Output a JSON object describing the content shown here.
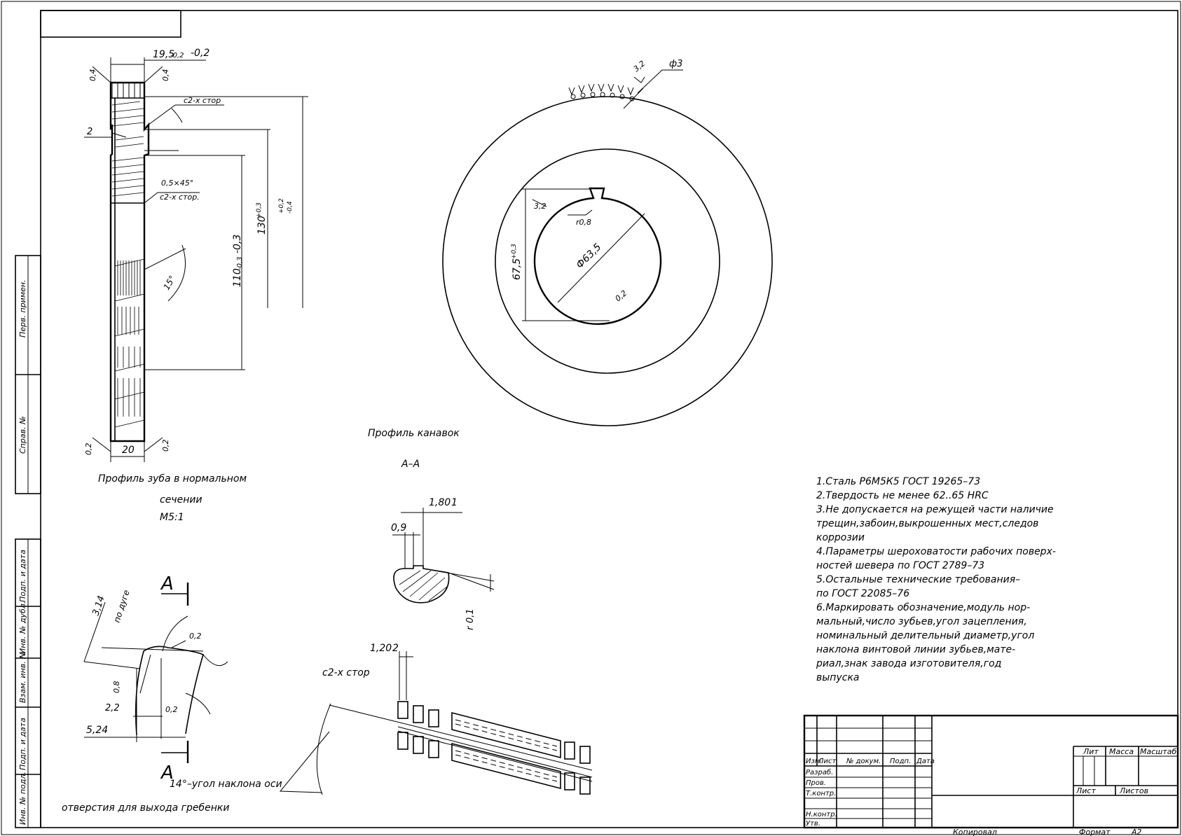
{
  "title_block": {
    "head_izm": "Изм.",
    "head_list": "Лист",
    "head_ndokum": "№ докум.",
    "head_podp": "Подп.",
    "head_data": "Дата",
    "row_razrab": "Разраб.",
    "row_prov": "Пров.",
    "row_tkontr": "Т.контр.",
    "row_nkontr": "Н.контр.",
    "row_utv": "Утв.",
    "lit": "Лит",
    "massa": "Масса",
    "masshtab": "Масштаб",
    "list": "Лист",
    "listov": "Листов",
    "kopiroval": "Копировал",
    "format": "Формат",
    "format_value": "A2"
  },
  "side_stamps": [
    "Перв. примен.",
    "Справ. №",
    "Подп. и дата",
    "Инв. № дубл.",
    "Взам. инв. №",
    "Подп. и дата",
    "Инв. № подл."
  ],
  "views": {
    "tooth_profile_l1": "Профиль зуба в нормальном",
    "tooth_profile_l2": "сечении",
    "tooth_profile_l3": "М5:1",
    "grooves_profile": "Профиль канавок",
    "section_label": "А–А",
    "section_mark": "А",
    "axis_angle": "14°–угол наклона оси",
    "hole_note": "отверстия для выхода гребенки"
  },
  "dims": {
    "d_19_5": "19,5",
    "d_19_5_tol": "-0,2",
    "d_19_5_tol2": "-0,2",
    "d_04a": "0,4",
    "d_04b": "0,4",
    "c2_top": "с2-х стор",
    "d_2": "2",
    "chamfer": "0,5×45°",
    "c2_mid": "с2-х стор.",
    "d_110": "110",
    "d_110_tol": "-0,3",
    "d_110_tol2": "-0,3",
    "d_130": "130",
    "d_130_tol": "+0,3",
    "d_outer_tol1": "+0,2",
    "d_outer_tol2": "-0,4",
    "angle_15": "15°",
    "d_20": "20",
    "d_02a": "0,2",
    "d_02b": "0,2",
    "phi3": "ф3",
    "r32": "3,2",
    "d_32": "3,2",
    "r08": "r0,8",
    "phi635": "Ф63,5",
    "d_675": "67,5",
    "d_675_tol": "+0,3",
    "d_02_hole": "0,2",
    "d_1801": "1,80",
    "d_1801_tol": "1",
    "d_09": "0,9",
    "r01": "0,1",
    "r01_prefix": "r",
    "d_120": "1,20",
    "d_120_tol": "2",
    "c2_low": "с2-х стор",
    "d_314": "3,14",
    "po_duge": "по дуге",
    "d_02c": "0,2",
    "d_08": "0,8",
    "d_22": "2,2",
    "d_02d": "0,2",
    "d_524": "5,24"
  },
  "notes": [
    "1.Сталь Р6М5К5  ГОСТ 19265–73",
    "2.Твердость не менее 62..65 HRC",
    "3.Не допускается на режущей части наличие",
    "   трещин,забоин,выкрошенных мест,следов",
    "   коррозии",
    "4.Параметры шероховатости рабочих поверх-",
    "   ностей шевера по ГОСТ 2789–73",
    "5.Остальные технические требования–",
    "   по ГОСТ 22085–76",
    "6.Маркировать обозначение,модуль нор-",
    "   мальный,число зубьев,угол зацепления,",
    "   номинальный делительный диаметр,угол",
    "   наклона винтовой линии зубьев,мате-",
    "   риал,знак завода изготовителя,год",
    "   выпуска"
  ]
}
